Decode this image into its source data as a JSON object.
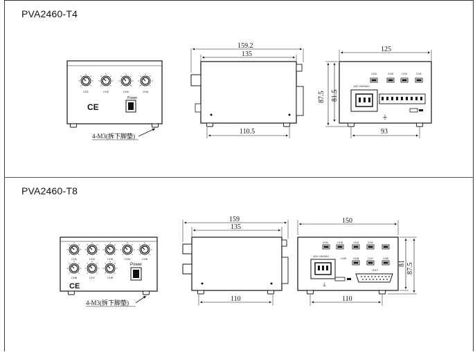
{
  "sections": [
    {
      "title": "PVA2460-T4",
      "front": {
        "channels": [
          "CH1",
          "CH2",
          "CH3",
          "CH4"
        ],
        "ce_mark": "CE",
        "power_label": "Power",
        "note": "4-M3(拆下脚垫)"
      },
      "side": {
        "dim_total": "159.2",
        "dim_body": "135",
        "dim_bottom": "110.5"
      },
      "back": {
        "dim_width": "125",
        "dim_height_outer": "87.5",
        "dim_height_inner": "81.5",
        "dim_bottom": "93",
        "channels": [
          "CH4",
          "CH3",
          "CH2",
          "CH1"
        ],
        "ac_label": "100~240VAC"
      }
    },
    {
      "title": "PVA2460-T8",
      "front": {
        "channels_top": [
          "CH1",
          "CH2",
          "CH3",
          "CH4",
          "CH5"
        ],
        "channels_bottom": [
          "CH6",
          "CH7",
          "CH8"
        ],
        "power_label": "Power",
        "note": "4-M3(拆下脚垫)"
      },
      "side": {
        "dim_total": "159",
        "dim_body": "135",
        "dim_bottom": "110"
      },
      "back": {
        "dim_width": "150",
        "dim_height_inner": "81",
        "dim_height_outer": "87.5",
        "dim_bottom": "110",
        "channels_top": [
          "CH4",
          "CH3",
          "CH2",
          "CH1"
        ],
        "channels_bottom": [
          "CH8",
          "CH7",
          "CH6",
          "CH5"
        ],
        "ac_label": "100~240VAC",
        "port_label": "EXT"
      }
    }
  ]
}
